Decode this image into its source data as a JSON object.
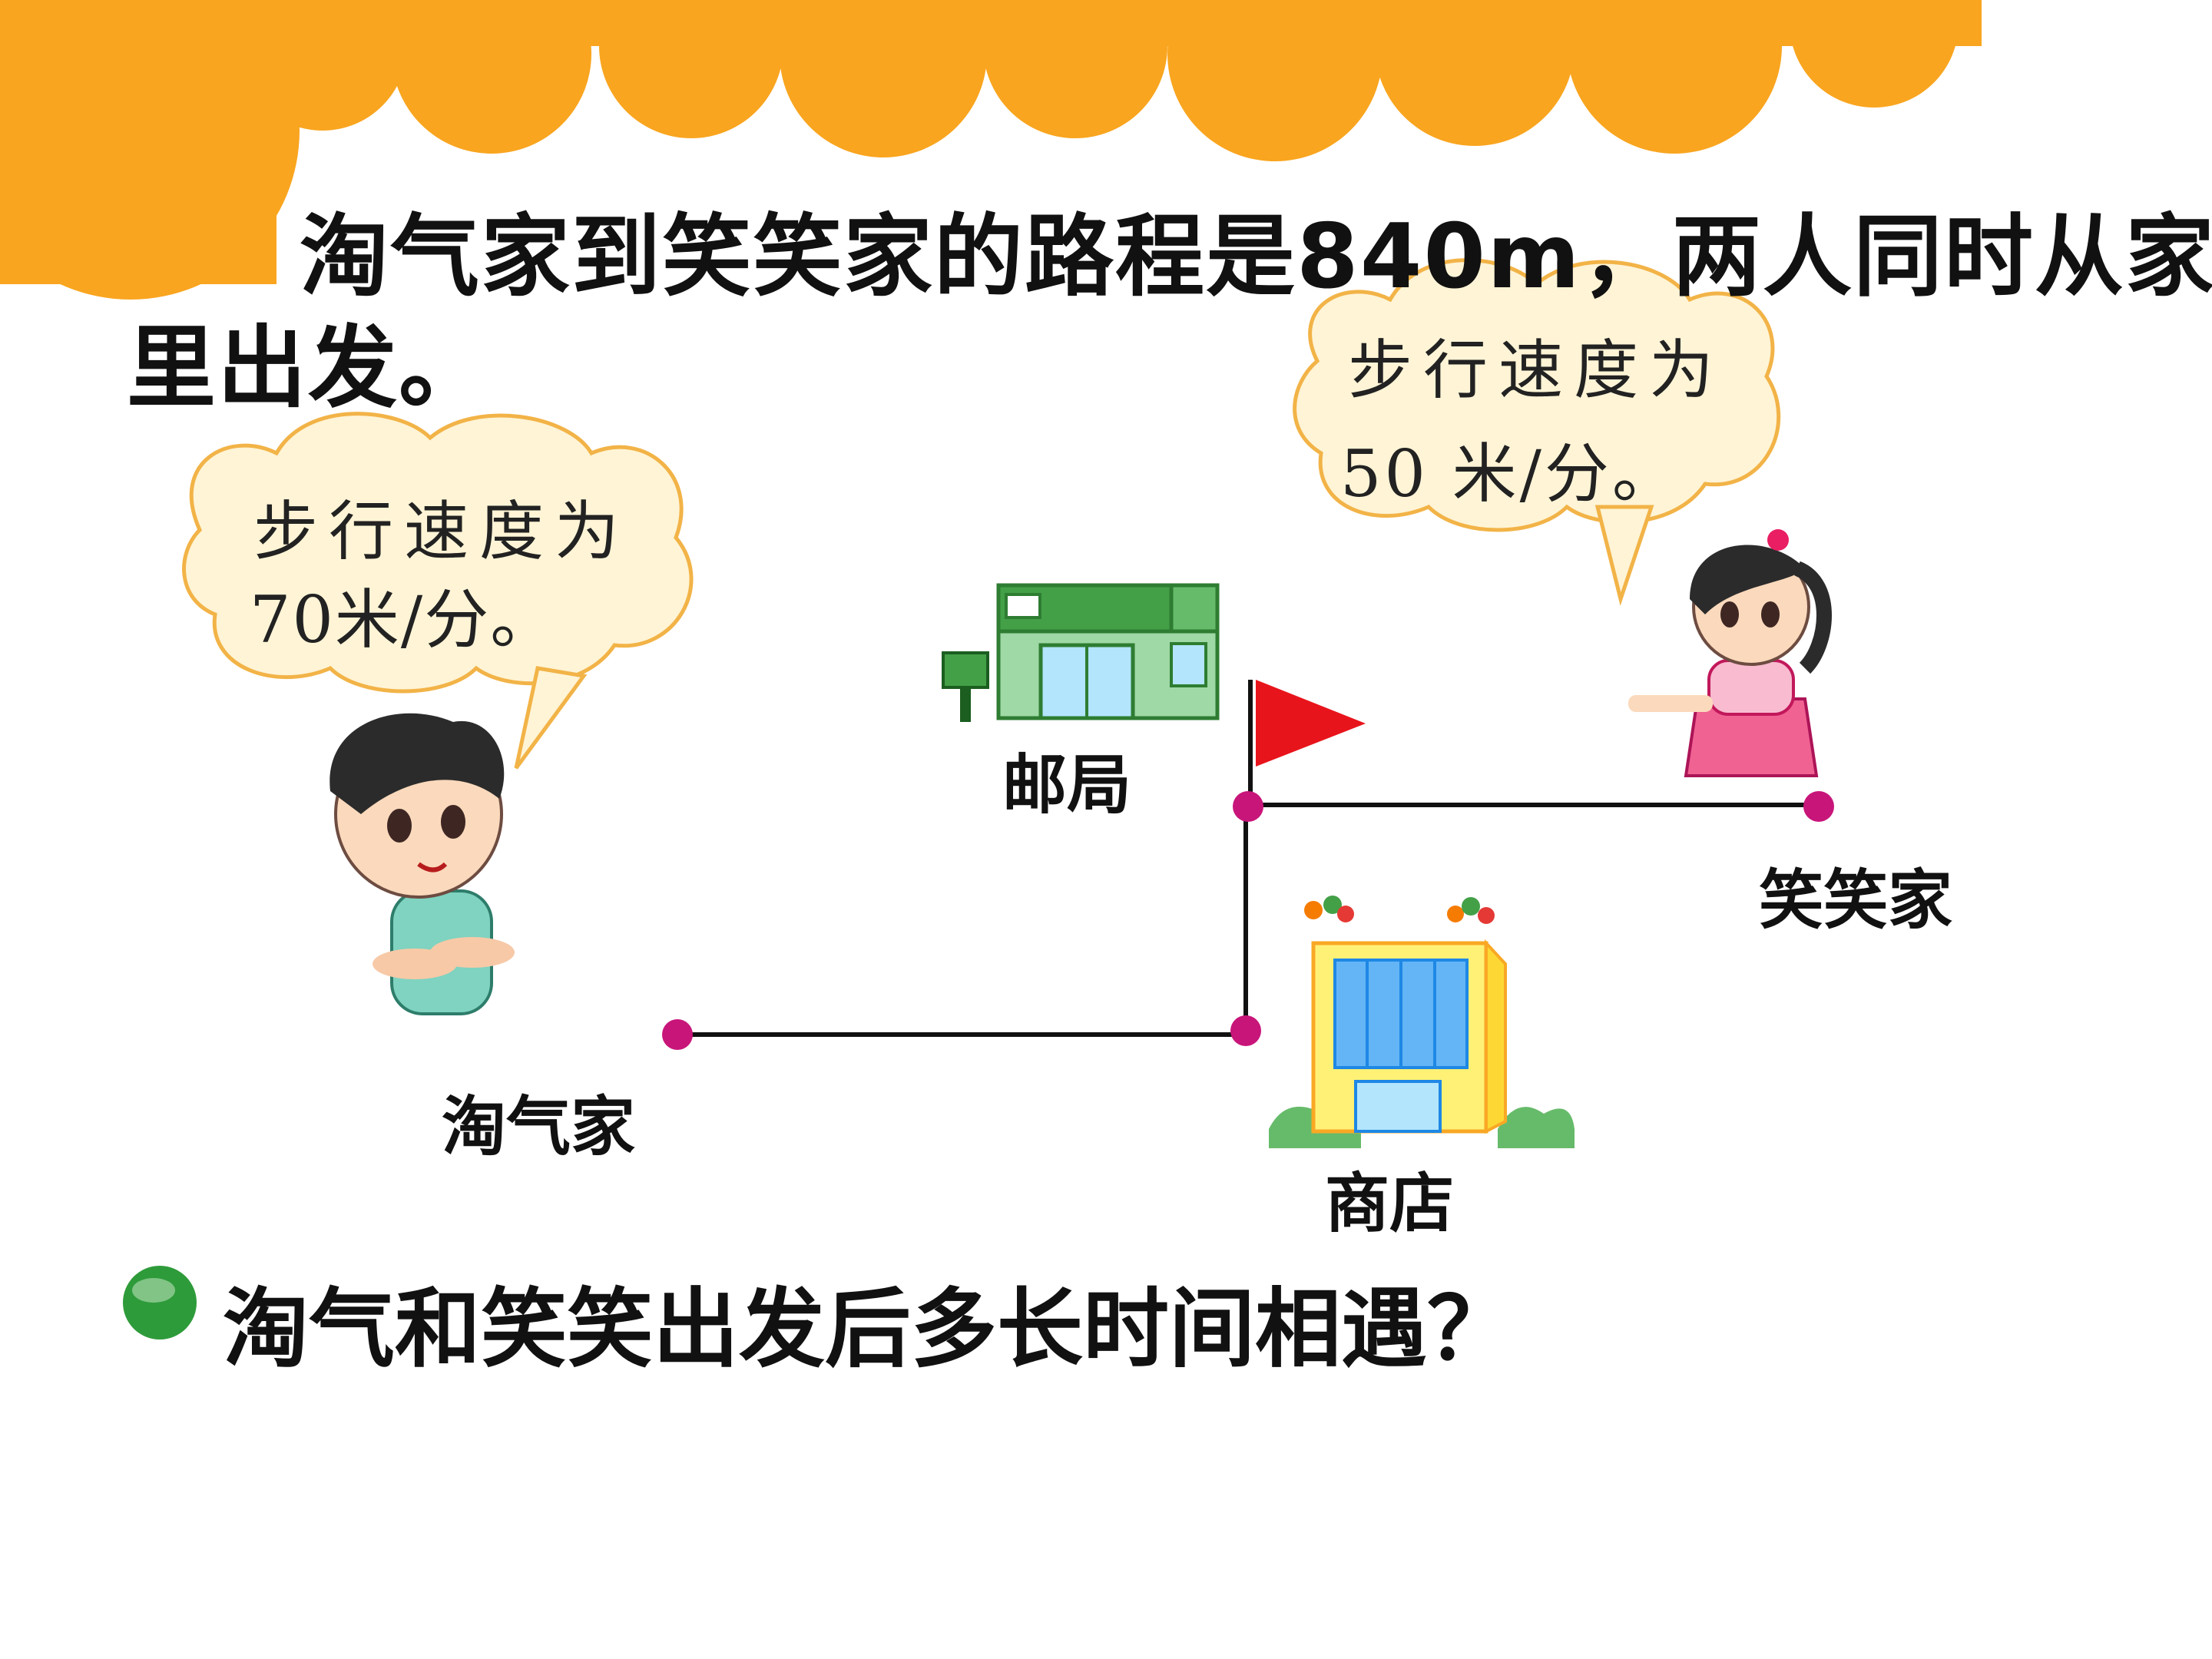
{
  "problem": {
    "line1": "淘气家到笑笑家的路程是840m，两人同时从家",
    "line2": "里出发。"
  },
  "speech": {
    "taoqi": {
      "line1": "步行速度为",
      "line2": "70米/分。"
    },
    "xiaoxiao": {
      "line1": "步行速度为",
      "line2": "50 米/分。"
    }
  },
  "places": {
    "taoqi_home": "淘气家",
    "xiaoxiao_home": "笑笑家",
    "post_office": "邮局",
    "store": "商店"
  },
  "question": "淘气和笑笑出发后多长时间相遇？",
  "colors": {
    "cloud": "#F9A51F",
    "route_point": "#C8157A",
    "flag": "#E8141C",
    "bullet": "#2E9B3A",
    "bubble_fill": "#FFF4D6",
    "bubble_stroke": "#F2B347"
  }
}
